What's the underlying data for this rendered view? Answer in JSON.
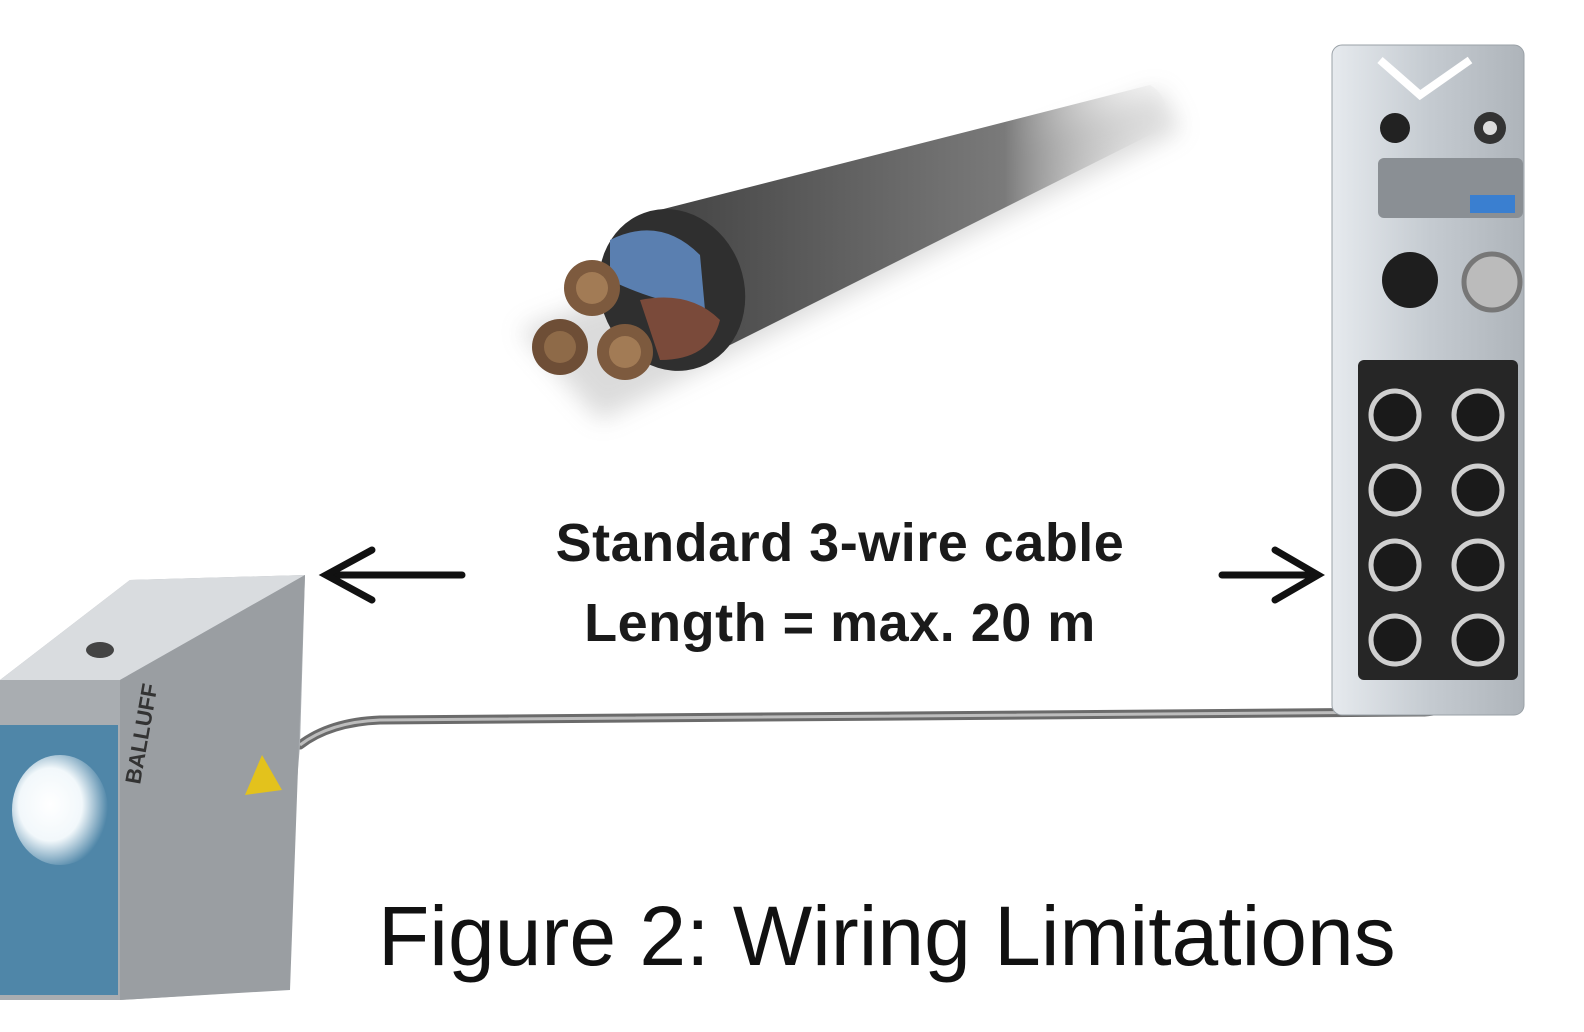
{
  "figure": {
    "caption": "Figure 2: Wiring Limitations",
    "cable_label_line1": "Standard 3-wire cable",
    "cable_label_line2": "Length = max. 20 m",
    "sensor_logo": "BALLUFF"
  },
  "colors": {
    "cable_jacket": "#5a5a5a",
    "wire_blue": "#5a7fb0",
    "wire_brown": "#7a4a3a",
    "module_body": "#c9ced3",
    "sensor_lens": "#4f86a8",
    "laser_warning": "#e3c21c"
  }
}
